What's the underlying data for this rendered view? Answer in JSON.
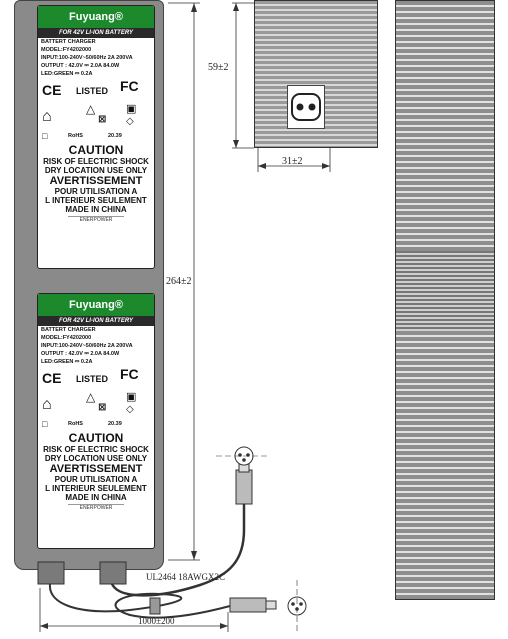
{
  "label": {
    "brand": "Fuyuang®",
    "for_battery": "FOR 42V LI-ION BATTERY",
    "product": "BATTERT CHARGER",
    "model": "MODEL:FY4202000",
    "input": "INPUT:100-240V~50/60Hz 2A 200VA",
    "output": "OUTPUT : 42.0V ⎓ 2.0A 84.0W",
    "led": "LED:GREEN ⎓ 0.2A",
    "mark_ul": "LISTED",
    "mark_fc": "FC",
    "mark_ce": "CE",
    "mark_rohs": "RoHS",
    "mark_code": "20.39",
    "caution": "CAUTION",
    "risk": "RISK OF ELECTRIC SHOCK",
    "dry": "DRY LOCATION USE ONLY",
    "avert": "AVERTISSEMENT",
    "pour": "POUR UTILISATION A",
    "interieur": "L INTERIEUR SEULEMENT",
    "made": "MADE IN CHINA",
    "footer": "ENERPOWER"
  },
  "dimensions": {
    "height_side": "59±2",
    "width_side": "31±2",
    "length": "264±2",
    "cable_spec": "UL2464 18AWGX2C",
    "cable_length": "1000±200"
  }
}
